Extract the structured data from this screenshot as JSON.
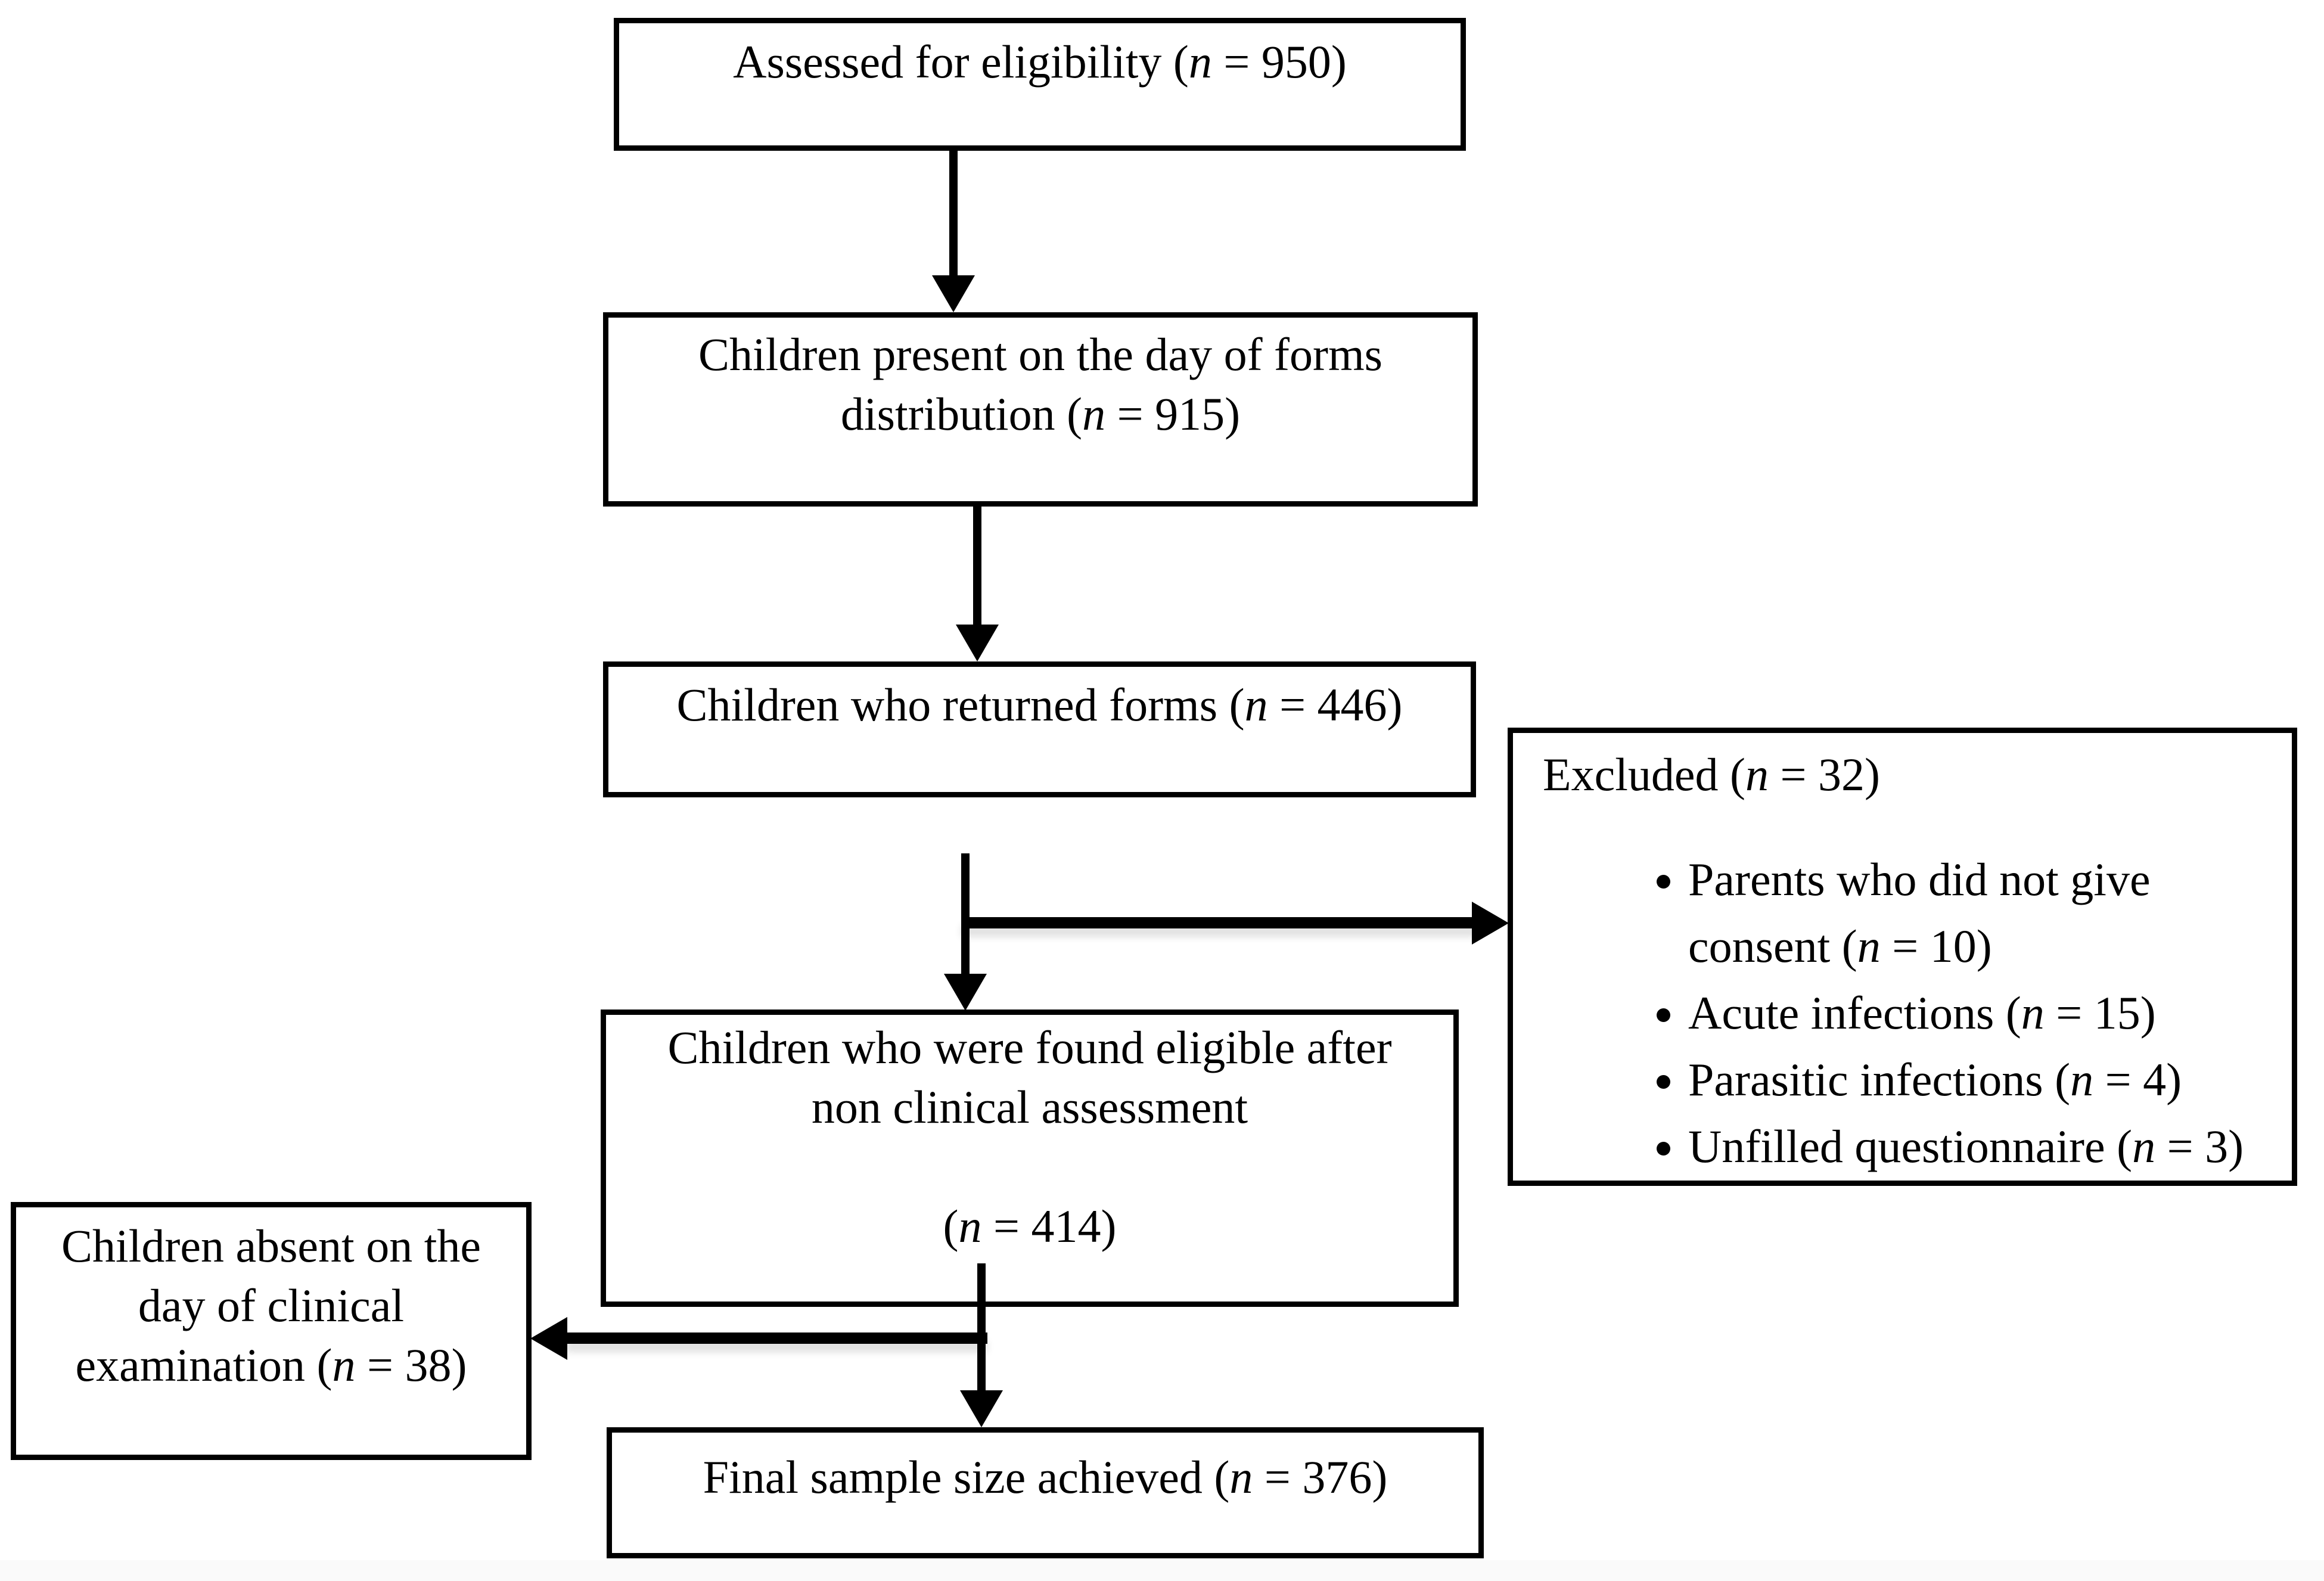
{
  "colors": {
    "ink": "#000000",
    "paper": "#ffffff"
  },
  "flow": {
    "assessed": {
      "lines": [
        "Assessed for eligibility (n = 950)"
      ]
    },
    "present": {
      "lines": [
        "Children present on the day of forms",
        "distribution (n = 915)"
      ]
    },
    "returned": {
      "lines": [
        "Children who returned forms (n = 446)"
      ]
    },
    "excluded": {
      "title": "Excluded (n = 32)",
      "items": [
        [
          "Parents who did not give",
          "consent (n = 10)"
        ],
        "Acute infections (n = 15)",
        "Parasitic infections (n = 4)",
        "Unfilled questionnaire (n = 3)"
      ]
    },
    "eligible": {
      "lines": [
        "Children who were found eligible after",
        "non clinical assessment",
        "",
        "(n = 414)"
      ]
    },
    "absent": {
      "lines": [
        "Children absent on the",
        "day of clinical",
        "examination (n = 38)"
      ]
    },
    "final": {
      "lines": [
        "Final sample size achieved (n = 376)"
      ]
    }
  }
}
